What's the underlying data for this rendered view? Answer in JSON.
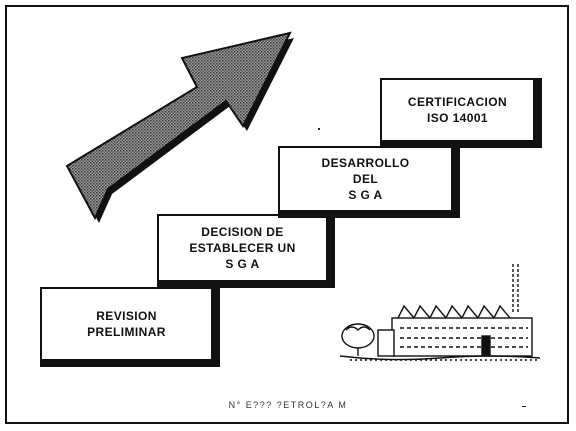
{
  "steps": [
    {
      "lines": [
        "REVISION",
        "PRELIMINAR"
      ]
    },
    {
      "lines": [
        "DECISION DE",
        "ESTABLECER UN",
        "S G A"
      ]
    },
    {
      "lines": [
        "DESARROLLO",
        "DEL",
        "S G A"
      ]
    },
    {
      "lines": [
        "CERTIFICACION",
        "ISO 14001"
      ]
    }
  ],
  "footer": "N° E??? ?ETROL?A M",
  "icons": {
    "arrow": "arrow-up-right-icon",
    "factory": "factory-icon"
  }
}
